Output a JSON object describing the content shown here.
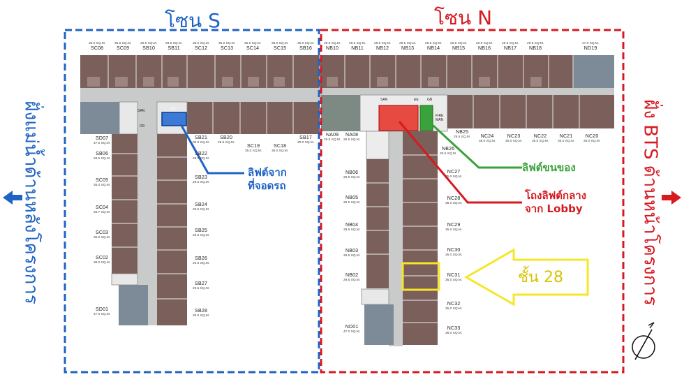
{
  "zones": {
    "south": {
      "title": "โซน S",
      "color": "#1f63c4"
    },
    "north": {
      "title": "โซน N",
      "color": "#d71920"
    }
  },
  "side_labels": {
    "left": "ฝั่งแม่น้ำด้านหลังโครงการ",
    "right": "ฝั่ง BTS ด้านหน้าโครงการ"
  },
  "annotations": {
    "parking_lift": [
      "ลิฟต์จาก",
      "ที่จอดรถ"
    ],
    "service_lift": "ลิฟต์ขนของ",
    "lobby_lift": [
      "โถงลิฟต์กลาง",
      "จาก Lobby"
    ],
    "floor": "ชั้น 28"
  },
  "room_tags": {
    "san_s": "SAN",
    "dr": "DR",
    "ee": "EE",
    "san_n": "SAN",
    "ee_n": "EE",
    "gb": "GB",
    "fire": "FIRE MAN"
  },
  "colors": {
    "room_brown": "#7a5f5b",
    "room_gray": "#7d8a84",
    "room_slate": "#7d8a97",
    "corridor": "#c9cbcb",
    "highlight_yellow": "#f5e62a",
    "service_green": "#3aa23a",
    "lobby_red": "#e6392f"
  },
  "units": {
    "top_s": [
      {
        "code": "SC08",
        "size": "35.0 SQ.M."
      },
      {
        "code": "SC09",
        "size": "35.0 SQ.M."
      },
      {
        "code": "SB10",
        "size": "29.5 SQ.M."
      },
      {
        "code": "SB11",
        "size": "29.5 SQ.M."
      },
      {
        "code": "SC12",
        "size": "35.0 SQ.M."
      },
      {
        "code": "SC13",
        "size": "35.0 SQ.M."
      },
      {
        "code": "SC14",
        "size": "35.0 SQ.M."
      },
      {
        "code": "SC15",
        "size": "35.0 SQ.M."
      },
      {
        "code": "SB16",
        "size": "30.0 SQ.M."
      }
    ],
    "top_n": [
      {
        "code": "NB10",
        "size": "29.5 SQ.M."
      },
      {
        "code": "NB11",
        "size": "29.5 SQ.M."
      },
      {
        "code": "NB12",
        "size": "29.5 SQ.M."
      },
      {
        "code": "NB13",
        "size": "29.5 SQ.M."
      },
      {
        "code": "NB14",
        "size": "29.5 SQ.M."
      },
      {
        "code": "NB15",
        "size": "29.5 SQ.M."
      },
      {
        "code": "NB16",
        "size": "29.5 SQ.M."
      },
      {
        "code": "NB17",
        "size": "29.5 SQ.M."
      },
      {
        "code": "NB18",
        "size": "29.5 SQ.M."
      },
      {
        "code": "ND19",
        "size": "47.0 SQ.M."
      }
    ],
    "mid_s": [
      {
        "code": "SB21",
        "size": "30.0 SQ.M."
      },
      {
        "code": "SB20",
        "size": "29.5 SQ.M."
      },
      {
        "code": "SC19",
        "size": "35.0 SQ.M."
      },
      {
        "code": "SC18",
        "size": "35.0 SQ.M."
      },
      {
        "code": "SB17",
        "size": "30.0 SQ.M."
      }
    ],
    "mid_n": [
      {
        "code": "NA09",
        "size": "25.5 SQ.M."
      },
      {
        "code": "NA08",
        "size": "25.5 SQ.M."
      },
      {
        "code": "NB25",
        "size": "29.5 SQ.M."
      },
      {
        "code": "NC24",
        "size": "35.0 SQ.M."
      },
      {
        "code": "NC23",
        "size": "35.0 SQ.M."
      },
      {
        "code": "NC22",
        "size": "35.0 SQ.M."
      },
      {
        "code": "NC21",
        "size": "35.0 SQ.M."
      },
      {
        "code": "NC20",
        "size": "35.0 SQ.M."
      }
    ],
    "s_left": [
      {
        "code": "SD07",
        "size": "47.0 SQ.M."
      },
      {
        "code": "SB06",
        "size": "29.5 SQ.M."
      },
      {
        "code": "SC05",
        "size": "35.0 SQ.M."
      },
      {
        "code": "SC04",
        "size": "35.7 SQ.M."
      },
      {
        "code": "SC03",
        "size": "35.0 SQ.M."
      },
      {
        "code": "SC02",
        "size": "35.0 SQ.M."
      },
      {
        "code": "SD01",
        "size": "47.0 SQ.M."
      }
    ],
    "s_right": [
      {
        "code": "SB22",
        "size": "29.5 SQ.M."
      },
      {
        "code": "SB23",
        "size": "29.5 SQ.M."
      },
      {
        "code": "SB24",
        "size": "29.5 SQ.M."
      },
      {
        "code": "SB25",
        "size": "29.5 SQ.M."
      },
      {
        "code": "SB26",
        "size": "29.5 SQ.M."
      },
      {
        "code": "SB27",
        "size": "29.5 SQ.M."
      },
      {
        "code": "SB28",
        "size": "35.0 SQ.M."
      }
    ],
    "n_left": [
      {
        "code": "NB06",
        "size": "29.5 SQ.M."
      },
      {
        "code": "NB05",
        "size": "29.5 SQ.M."
      },
      {
        "code": "NB04",
        "size": "29.5 SQ.M."
      },
      {
        "code": "NB03",
        "size": "29.5 SQ.M."
      },
      {
        "code": "NB02",
        "size": "29.5 SQ.M."
      },
      {
        "code": "ND01",
        "size": "47.0 SQ.M."
      }
    ],
    "n_right": [
      {
        "code": "NB26",
        "size": "29.5 SQ.M."
      },
      {
        "code": "NC27",
        "size": "35.0 SQ.M."
      },
      {
        "code": "NC28",
        "size": "35.0 SQ.M."
      },
      {
        "code": "NC29",
        "size": "35.0 SQ.M."
      },
      {
        "code": "NC30",
        "size": "35.0 SQ.M."
      },
      {
        "code": "NC31",
        "size": "35.0 SQ.M."
      },
      {
        "code": "NC32",
        "size": "35.0 SQ.M."
      },
      {
        "code": "NC33",
        "size": "35.0 SQ.M."
      }
    ]
  }
}
